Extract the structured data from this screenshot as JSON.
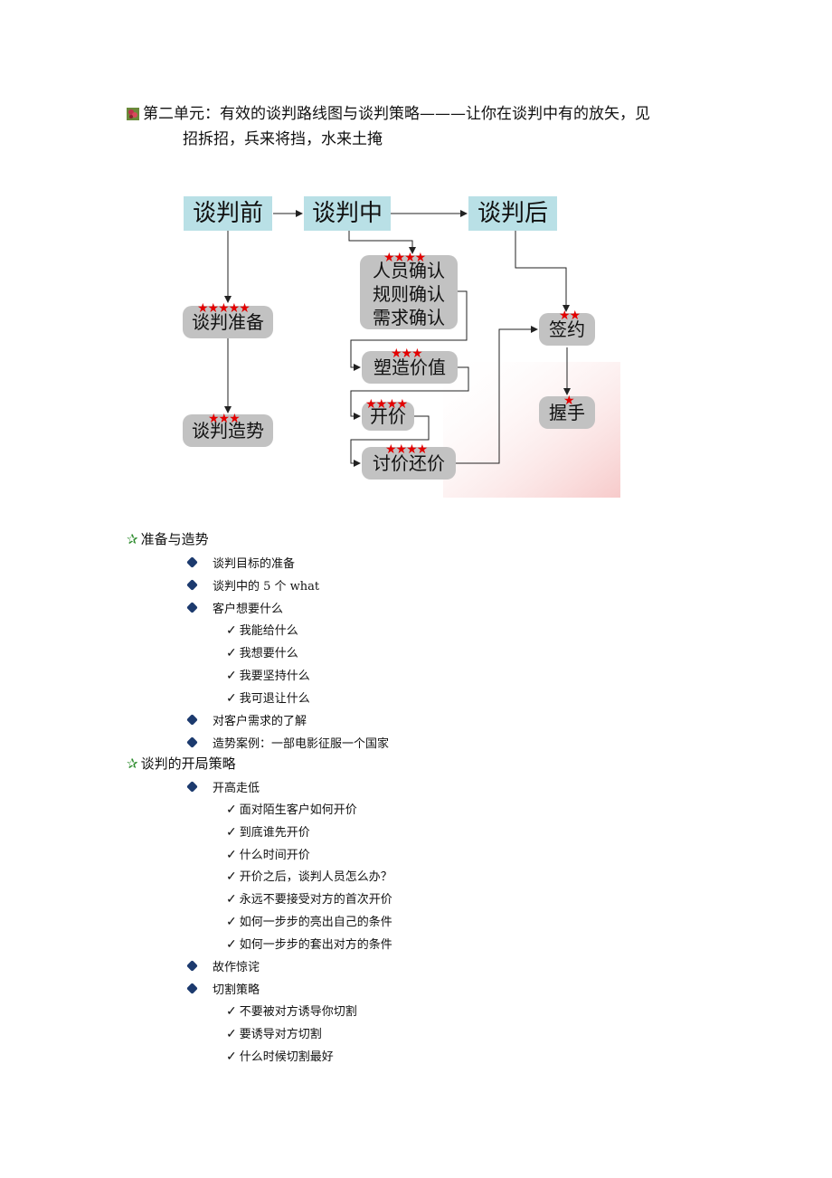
{
  "title": {
    "line1": "第二单元：有效的谈判路线图与谈判策略———让你在谈判中有的放矢，见",
    "line2": "招拆招，兵来将挡，水来土掩"
  },
  "diagram": {
    "phases": [
      "谈判前",
      "谈判中",
      "谈判后"
    ],
    "tasks": {
      "prep": "谈判准备",
      "momentum": "谈判造势",
      "confirm_lines": [
        "人员确认",
        "规则确认",
        "需求确认"
      ],
      "value": "塑造价值",
      "open_price": "开价",
      "bargain": "讨价还价",
      "sign": "签约",
      "handshake": "握手"
    },
    "stars": {
      "prep": "★★★★★",
      "momentum": "★★★",
      "confirm": "★★★★",
      "value": "★★★",
      "open_price": "★★★★",
      "bargain": "★★★★",
      "sign": "★★",
      "handshake": "★"
    }
  },
  "outline": {
    "section1": {
      "heading": "准备与造势",
      "items": [
        {
          "text": "谈判目标的准备"
        },
        {
          "text": "谈判中的 5 个 what"
        },
        {
          "text": "客户想要什么",
          "subs": [
            "我能给什么",
            "我想要什么",
            "我要坚持什么",
            "我可退让什么"
          ]
        },
        {
          "text": "对客户需求的了解"
        },
        {
          "text": "造势案例：一部电影征服一个国家"
        }
      ]
    },
    "section2": {
      "heading": "谈判的开局策略",
      "items": [
        {
          "text": "开高走低",
          "subs": [
            "面对陌生客户如何开价",
            "到底谁先开价",
            "什么时间开价",
            "开价之后，谈判人员怎么办？",
            "永远不要接受对方的首次开价",
            "如何一步步的亮出自己的条件",
            "如何一步步的套出对方的条件"
          ]
        },
        {
          "text": "故作惊诧"
        },
        {
          "text": "切割策略",
          "subs": [
            "不要被对方诱导你切割",
            "要诱导对方切割",
            "什么时候切割最好"
          ]
        }
      ]
    }
  },
  "colors": {
    "phase_bg": "#b9e0e6",
    "task_bg": "#c2c2c2",
    "star": "#e30000",
    "bullet": "#1c3a6e",
    "section_star": "#2a8a2a"
  }
}
